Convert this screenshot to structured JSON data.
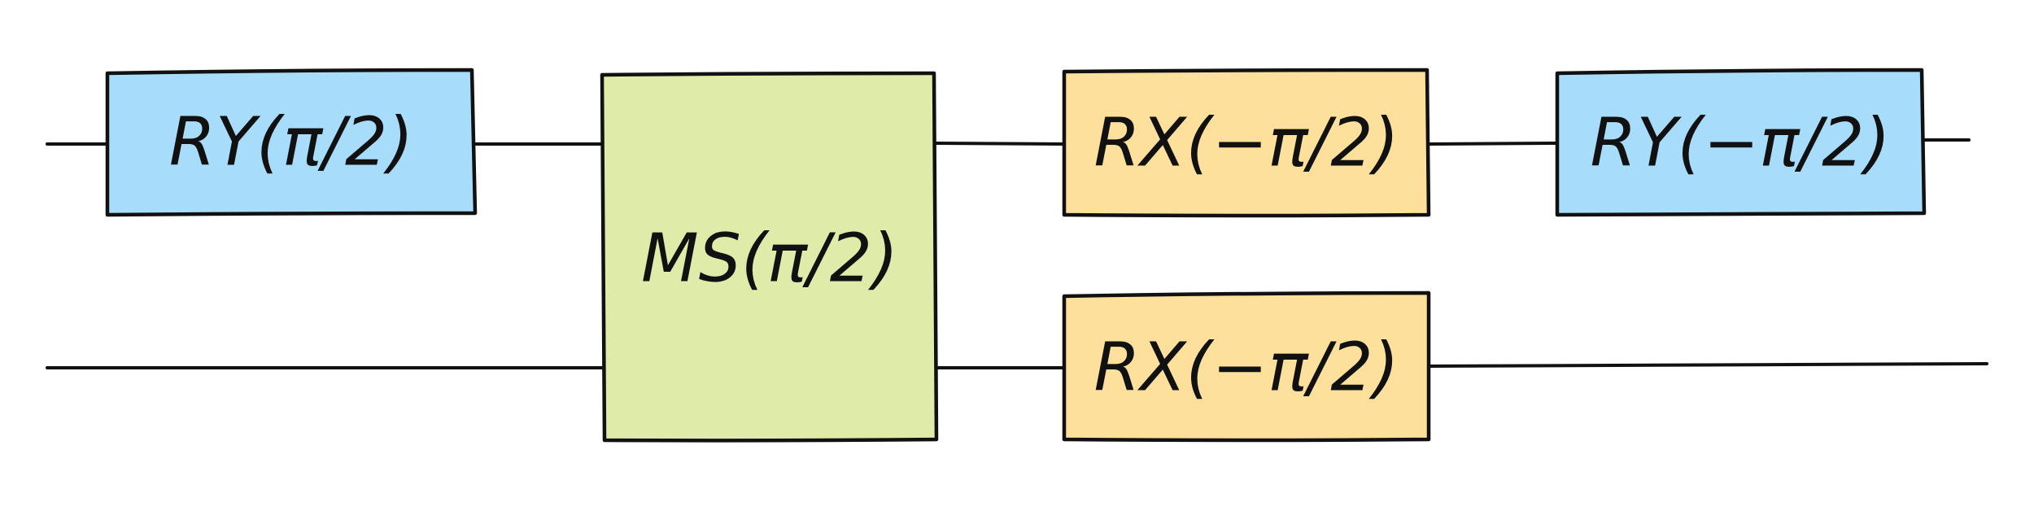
{
  "circuit": {
    "qubits": 2,
    "colors": {
      "ry": "#a8dcfb",
      "rx": "#fde09b",
      "ms": "#dfeba8",
      "line": "#111111"
    },
    "gates": [
      {
        "id": "ry-1",
        "label": "RY(π/2)",
        "type": "ry",
        "qubits": [
          0
        ]
      },
      {
        "id": "ms-1",
        "label": "MS(π/2)",
        "type": "ms",
        "qubits": [
          0,
          1
        ]
      },
      {
        "id": "rx-1",
        "label": "RX(−π/2)",
        "type": "rx",
        "qubits": [
          0
        ]
      },
      {
        "id": "rx-2",
        "label": "RX(−π/2)",
        "type": "rx",
        "qubits": [
          1
        ]
      },
      {
        "id": "ry-2",
        "label": "RY(−π/2)",
        "type": "ry",
        "qubits": [
          0
        ]
      }
    ]
  }
}
